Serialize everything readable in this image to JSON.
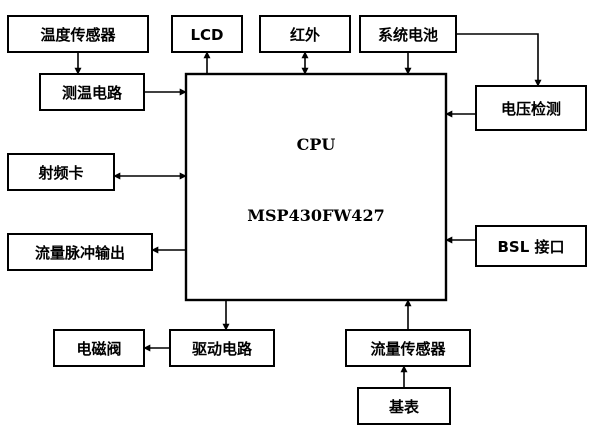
{
  "cpu": {
    "title": "CPU",
    "model": "MSP430FW427"
  },
  "blocks": {
    "temp_sensor": "温度传感器",
    "temp_circuit": "测温电路",
    "lcd": "LCD",
    "infrared": "红外",
    "system_battery": "系统电池",
    "voltage_detect": "电压检测",
    "rf_card": "射频卡",
    "flow_pulse_output": "流量脉冲输出",
    "bsl_interface": "BSL 接口",
    "solenoid_valve": "电磁阀",
    "drive_circuit": "驱动电路",
    "flow_sensor": "流量传感器",
    "base_meter": "基表"
  }
}
